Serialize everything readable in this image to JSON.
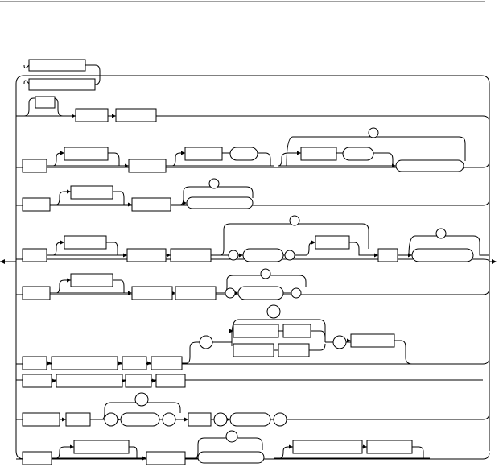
{
  "diagram": {
    "type": "railroad-syntax-diagram",
    "labels_visible": false,
    "entry_arrow": "right",
    "exit_arrow": "right",
    "alternatives": [
      {
        "id": "r1",
        "elements": [
          "keyword",
          "keyword"
        ]
      },
      {
        "id": "r2",
        "elements": [
          "keyword",
          "keyword"
        ],
        "optional_prefix": "keyword"
      },
      {
        "id": "r3",
        "elements": [
          "keyword",
          "keyword",
          "keyword",
          "keyword",
          "terminal",
          "keyword",
          "terminal",
          "terminal"
        ],
        "repeat_loops": 1
      },
      {
        "id": "r4",
        "elements": [
          "keyword",
          "keyword",
          "keyword",
          "terminal"
        ],
        "repeat_loops": 1
      },
      {
        "id": "r5",
        "elements": [
          "keyword",
          "keyword",
          "keyword",
          "keyword",
          "terminal",
          "terminal",
          "terminal",
          "keyword",
          "keyword",
          "terminal"
        ],
        "repeat_loops": 2
      },
      {
        "id": "r6",
        "elements": [
          "keyword",
          "keyword",
          "keyword",
          "keyword",
          "terminal",
          "terminal",
          "terminal"
        ],
        "repeat_loops": 1
      },
      {
        "id": "r7",
        "elements": [
          "keyword",
          "keyword",
          "keyword",
          "keyword",
          "terminal",
          "keyword",
          "keyword",
          "keyword",
          "keyword",
          "terminal",
          "keyword"
        ],
        "repeat_loops": 1
      },
      {
        "id": "r8",
        "elements": [
          "keyword",
          "keyword",
          "keyword",
          "keyword"
        ]
      },
      {
        "id": "r9",
        "elements": [
          "keyword",
          "keyword",
          "terminal",
          "terminal",
          "terminal",
          "keyword",
          "terminal",
          "terminal",
          "terminal"
        ],
        "repeat_loops": 1
      },
      {
        "id": "r10",
        "elements": [
          "keyword",
          "keyword",
          "keyword",
          "terminal",
          "keyword",
          "keyword"
        ],
        "repeat_loops": 1
      }
    ]
  }
}
